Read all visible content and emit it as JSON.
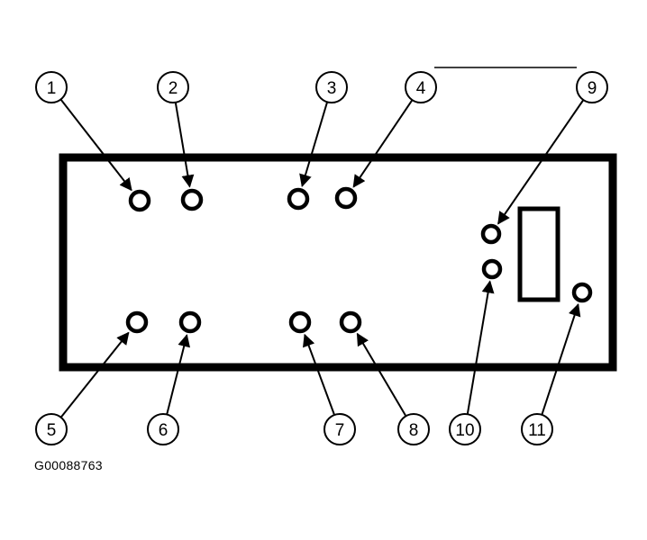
{
  "figure_code": "G00088763",
  "colors": {
    "ink": "#000000",
    "paper": "#ffffff"
  },
  "callouts": [
    {
      "label": "1"
    },
    {
      "label": "2"
    },
    {
      "label": "3"
    },
    {
      "label": "4"
    },
    {
      "label": "5"
    },
    {
      "label": "6"
    },
    {
      "label": "7"
    },
    {
      "label": "8"
    },
    {
      "label": "9"
    },
    {
      "label": "10"
    },
    {
      "label": "11"
    }
  ]
}
